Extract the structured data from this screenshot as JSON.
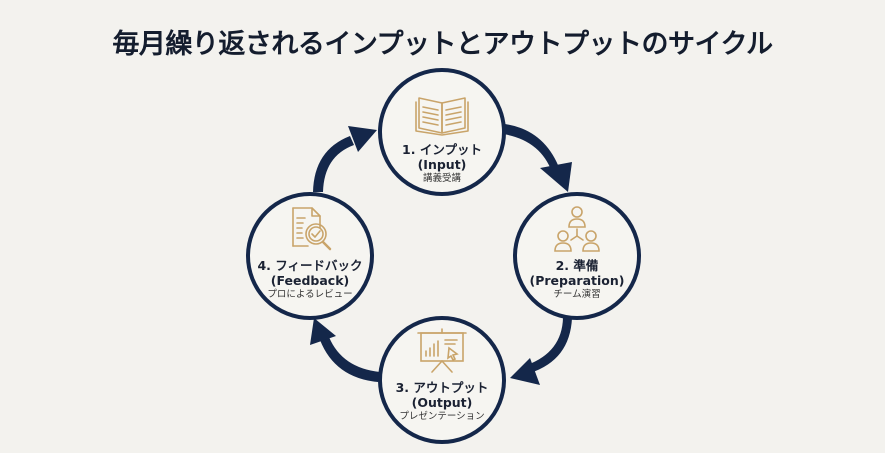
{
  "title": "毎月繰り返されるインプットとアウトプットのサイクル",
  "colors": {
    "navy": "#14274a",
    "gold": "#c9a46a",
    "background": "#f3f2ee",
    "circle_fill": "#f6f5f1"
  },
  "cycle_direction": "clockwise",
  "nodes": [
    {
      "id": "input",
      "icon": "open-book-icon",
      "step": "1. インプット",
      "english": "(Input)",
      "desc": "講義受講"
    },
    {
      "id": "preparation",
      "icon": "team-network-icon",
      "step": "2. 準備",
      "english": "(Preparation)",
      "desc": "チーム演習"
    },
    {
      "id": "output",
      "icon": "presentation-board-icon",
      "step": "3. アウトプット",
      "english": "(Output)",
      "desc": "プレゼンテーション"
    },
    {
      "id": "feedback",
      "icon": "document-review-icon",
      "step": "4. フィードバック",
      "english": "(Feedback)",
      "desc": "プロによるレビュー"
    }
  ]
}
